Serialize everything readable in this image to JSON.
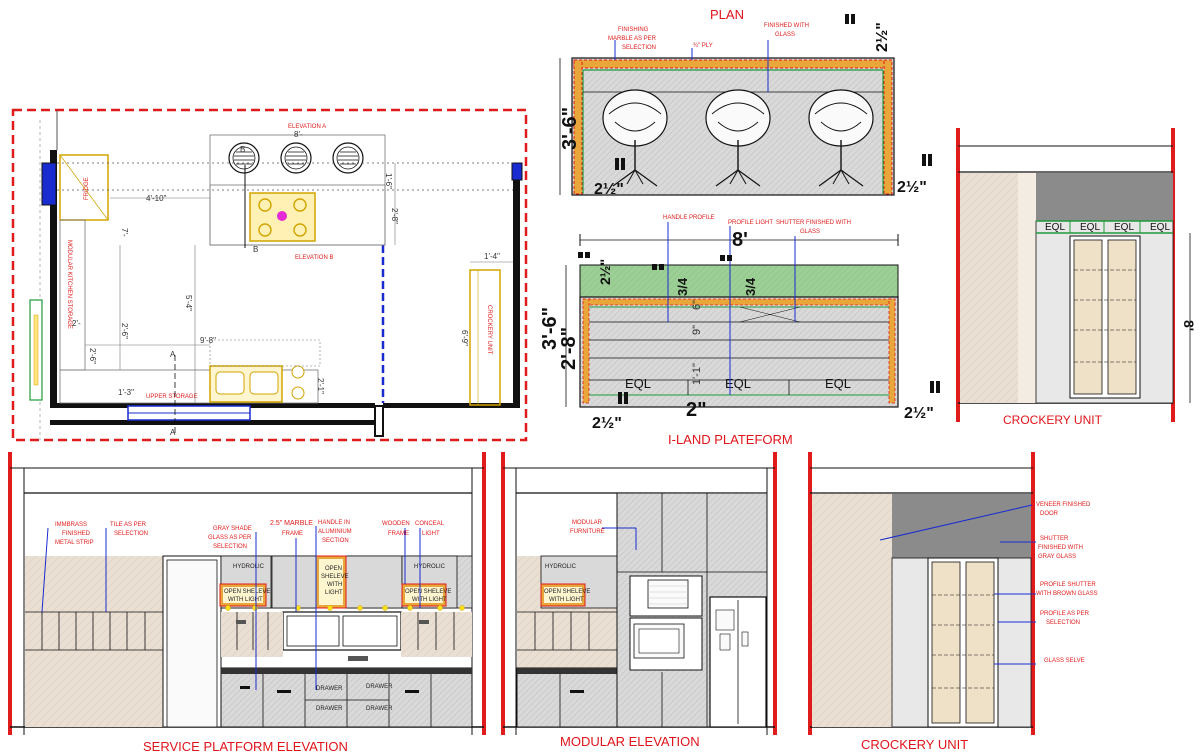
{
  "titles": {
    "plan": "PLAN",
    "iland": "I-LAND PLATEFORM",
    "crockery_right": "CROCKERY UNIT",
    "service": "SERVICE PLATFORM ELEVATION",
    "modular": "MODULAR ELEVATION",
    "crockery_bottom": "CROCKERY UNIT"
  },
  "floor_plan": {
    "elevation_a": "ELEVATION A",
    "elevation_b": "ELEVATION B",
    "fridge": "FRIDGE",
    "modular_storage": "MODULAR KITCHEN STORAGE",
    "crockery_unit": "CROCKERY UNIT",
    "upper_storage": "UPPER STORAGE",
    "dims": [
      "4'-10\"",
      "2'-8\"",
      "7'-",
      "5'-4\"",
      "9'-8\"",
      "2'-6\"",
      "1'-4\"",
      "6'-9\"",
      "8'-",
      "2'-",
      "1'-3\"",
      "2'-1\"",
      "1'-6\"",
      "2'-6\""
    ],
    "markers": [
      "A",
      "B",
      "A",
      "B"
    ]
  },
  "plan_view": {
    "notes": [
      "FINISHING MARBLE AS PER SELECTION",
      "¾\" PLY",
      "FINISHED WITH GLASS"
    ],
    "dims": [
      "3'-6\"",
      "2½\"",
      "2½\"",
      "2½\""
    ]
  },
  "iland_elev": {
    "notes": [
      "HANDLE PROFILE",
      "PROFILE LIGHT",
      "SHUTTER FINISHED WITH GLASS"
    ],
    "dims": [
      "8'",
      "3'-6\"",
      "2'-8\"",
      "2½\"",
      "3/4",
      "3/4",
      "9\"",
      "6\"",
      "1'-1\"",
      "2\"",
      "2½\"",
      "2½\""
    ],
    "eql": [
      "EQL",
      "EQL",
      "EQL"
    ]
  },
  "crockery_right": {
    "eql": [
      "EQL",
      "EQL",
      "EQL",
      "EQL"
    ],
    "dim": "8'"
  },
  "service_elev": {
    "notes": [
      "IMMBRASS FINISHED METAL STRIP",
      "TILE AS PER SELECTION",
      "GRAY SHADE GLASS AS PER SELECTION",
      "2.5\" MARBLE FRAME",
      "HANDLE IN ALUMINIUM SECTION",
      "WOODEN FRAME",
      "CONCEAL LIGHT"
    ],
    "labels": [
      "HYDROLIC",
      "HYDROLIC",
      "OPEN SHELEVE WITH LIGHT",
      "OPEN SHELEVE WITH LIGHT",
      "OPEN SHELEVE WITH LIGHT",
      "DRAWER",
      "DRAWER",
      "DRAWER",
      "DRAWER"
    ]
  },
  "modular_elev": {
    "notes": [
      "MODULAR FURNITURE"
    ],
    "labels": [
      "HYDROLIC",
      "OPEN SHELEVE WITH LIGHT"
    ]
  },
  "crockery_bottom": {
    "notes": [
      "VENEER FINISHED DOOR",
      "SHUTTER FINISHED WITH GRAY GLASS",
      "PROFILE SHUTTER WITH BROWN GLASS",
      "PROFILE AS PER SELECTION",
      "GLASS SELVE"
    ]
  },
  "colors": {
    "accent_red": "#e01b1b",
    "note_blue": "#1a2ccf",
    "iland_green": "#9ccf96",
    "dark_gray": "#333333"
  }
}
